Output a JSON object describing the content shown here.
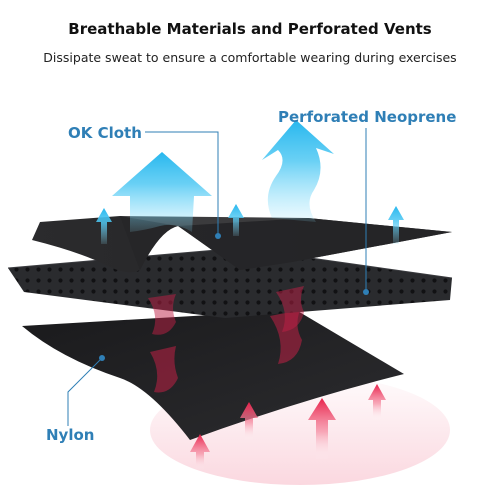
{
  "heading": {
    "title": "Breathable Materials and Perforated Vents",
    "subtitle": "Dissipate sweat to ensure a comfortable wearing during exercises"
  },
  "labels": {
    "ok_cloth": "OK Cloth",
    "perforated_neoprene": "Perforated Neoprene",
    "nylon": "Nylon"
  },
  "colors": {
    "label_blue": "#2f7fb6",
    "cool_arrow": "#3cc3f0",
    "warm_arrow": "#e8204a",
    "layer_dark": "#1c1c1e"
  }
}
